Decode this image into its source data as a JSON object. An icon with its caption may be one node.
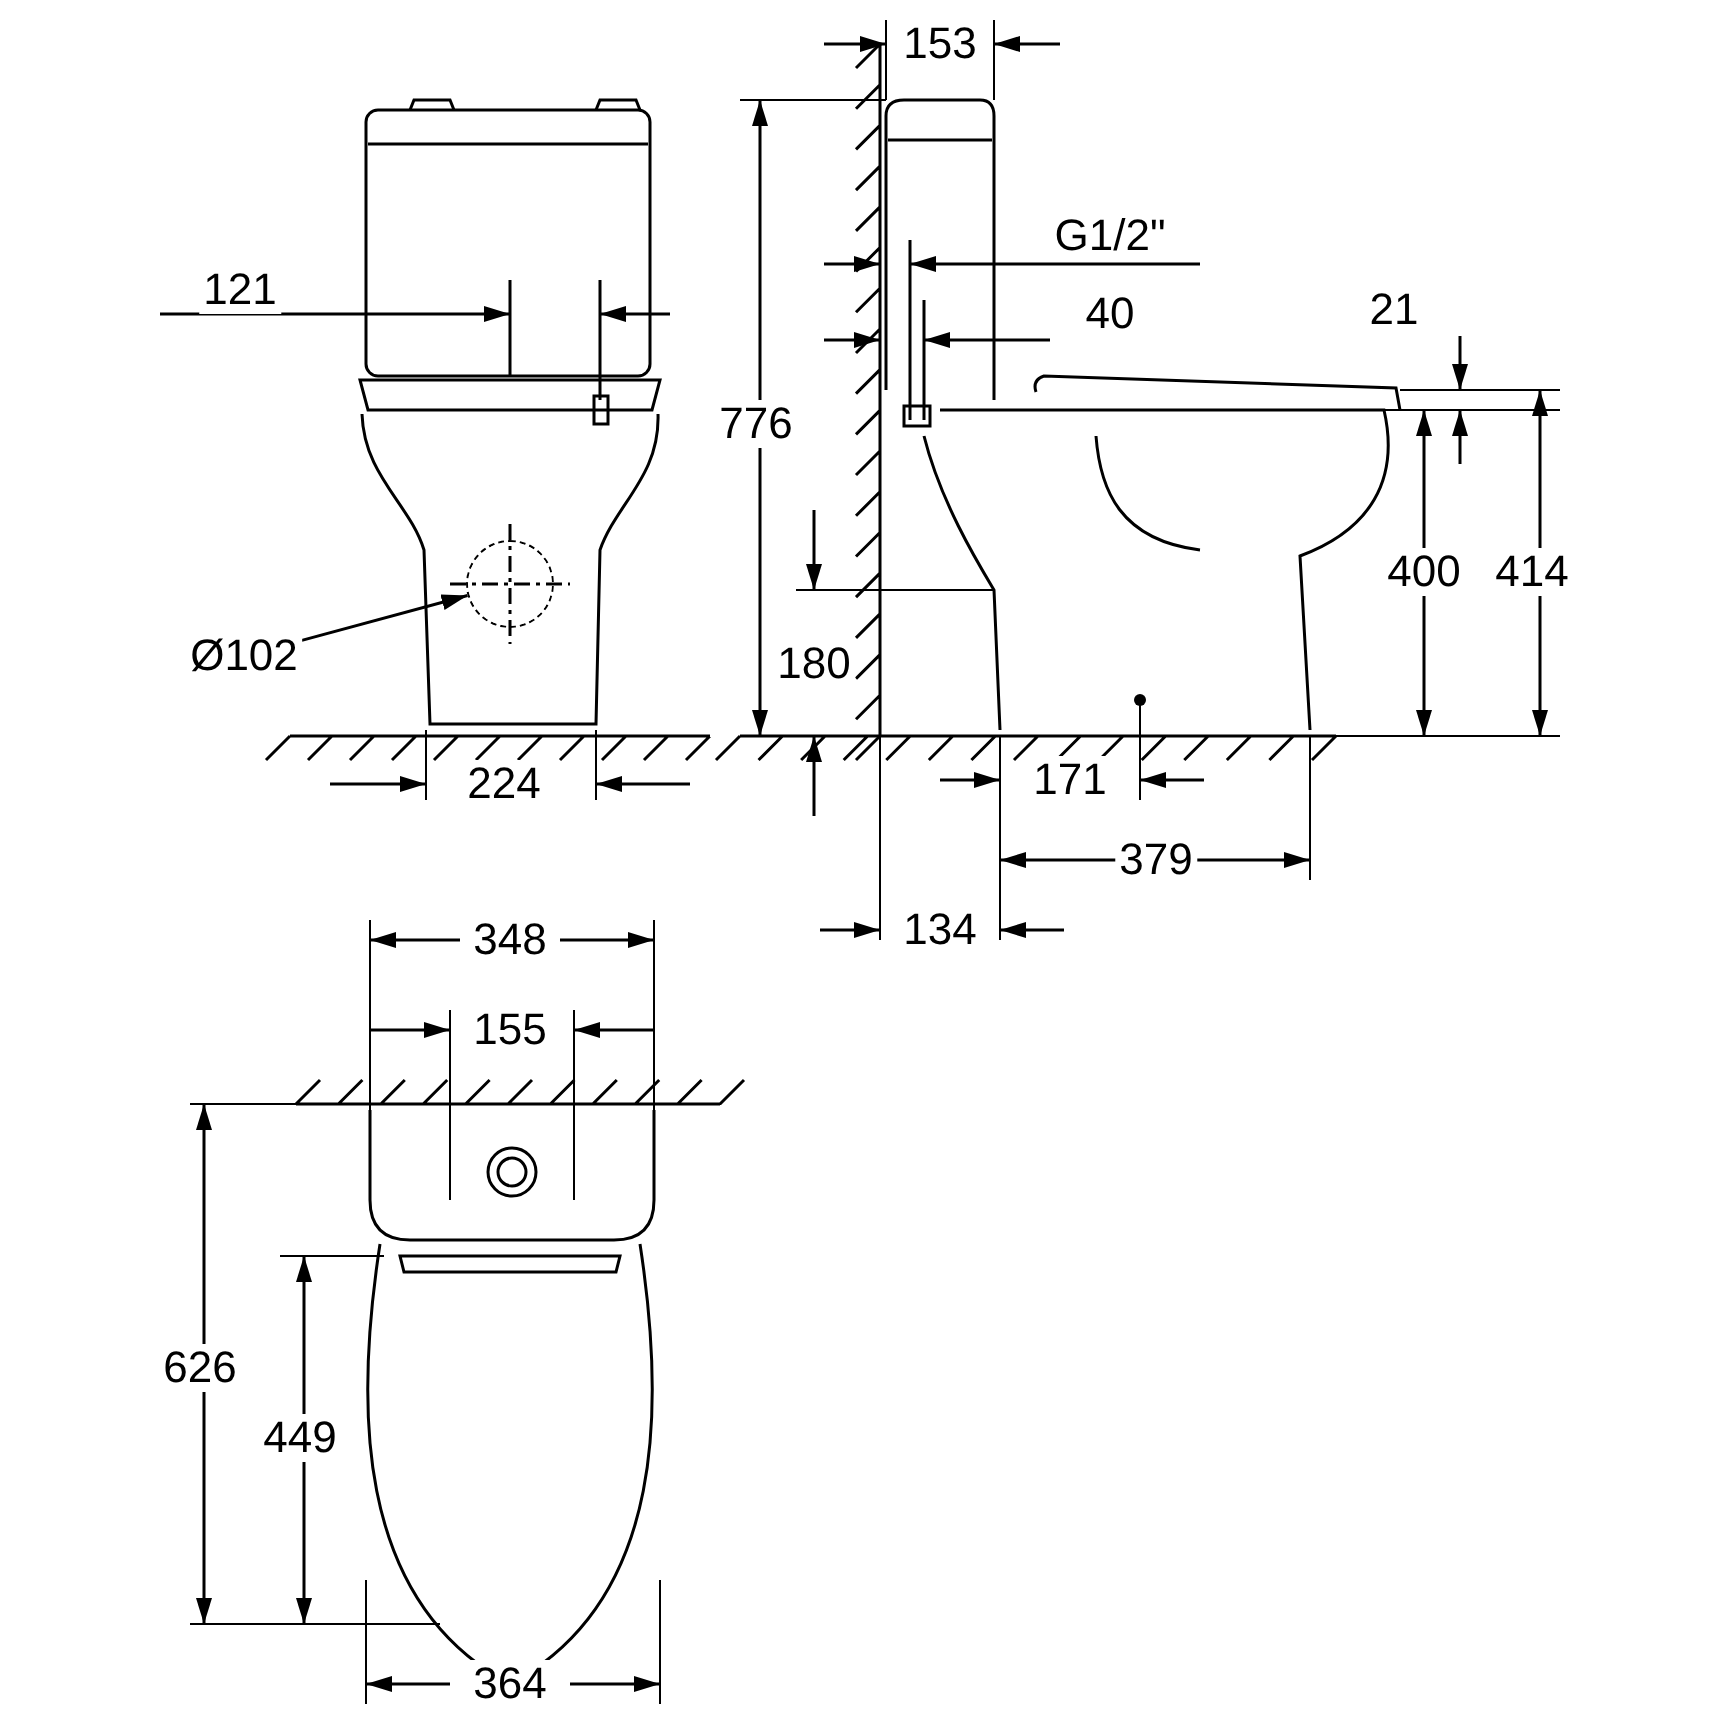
{
  "diagram": {
    "nodes": [
      {
        "text": [
          "Ø102"
        ]
      },
      {
        "text": [],
        "shape": "circle"
      }
    ],
    "edges": [
      {
        "from": 0,
        "to": 1,
        "arrow": "to"
      }
    ],
    "labels": [
      "153",
      "121",
      "G1/2\"",
      "40",
      "21",
      "776",
      "400",
      "414",
      "180",
      "224",
      "171",
      "379",
      "348",
      "134",
      "155",
      "626",
      "449",
      "364"
    ]
  }
}
